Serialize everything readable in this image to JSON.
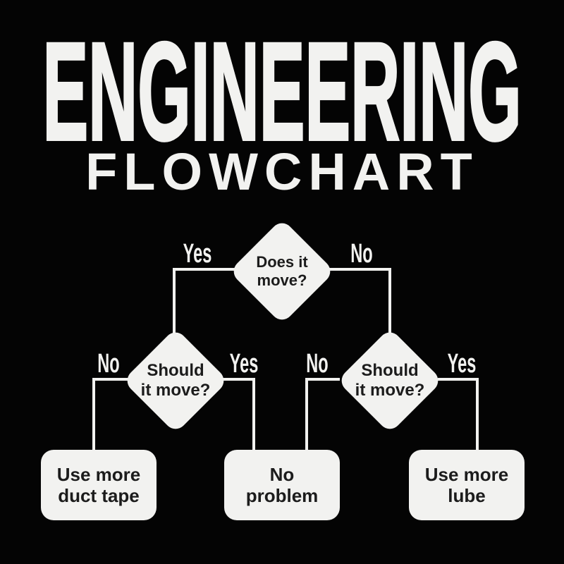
{
  "title": "ENGINEERING",
  "subtitle": "FLOWCHART",
  "colors": {
    "background": "#040404",
    "foreground": "#f2f2f0",
    "node_text": "#1c1c1c"
  },
  "flowchart": {
    "root": {
      "question": "Does it\nmove?"
    },
    "left": {
      "question": "Should\nit move?"
    },
    "right": {
      "question": "Should\nit move?"
    },
    "edges": {
      "root_yes": "Yes",
      "root_no": "No",
      "left_no": "No",
      "left_yes": "Yes",
      "right_no": "No",
      "right_yes": "Yes"
    },
    "outcomes": {
      "duct_tape": "Use more\nduct tape",
      "no_problem": "No\nproblem",
      "lube": "Use more\nlube"
    }
  }
}
